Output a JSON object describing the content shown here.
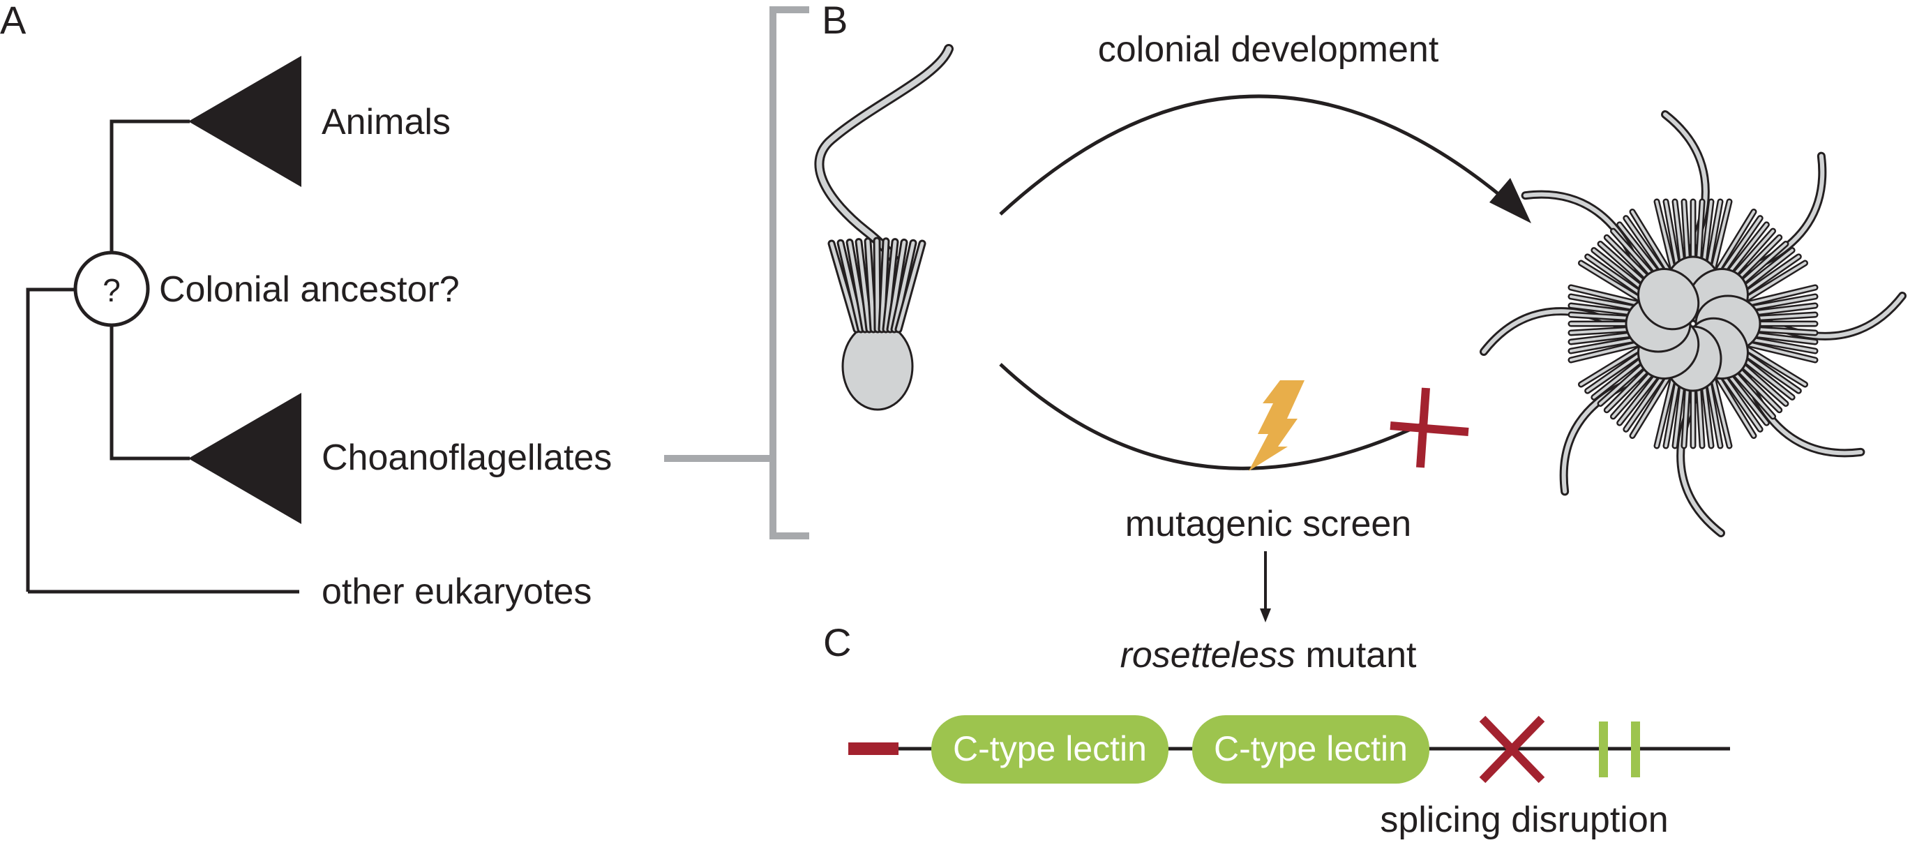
{
  "panels": {
    "a": {
      "label": "A",
      "tree": {
        "node_symbol": "?",
        "node_label": "Colonial ancestor?",
        "clades": [
          {
            "name": "Animals",
            "collapsed": true
          },
          {
            "name": "Choanoflagellates",
            "collapsed": true
          },
          {
            "name": "other eukaryotes",
            "collapsed": false
          }
        ]
      }
    },
    "b": {
      "label": "B",
      "upper_path_label": "colonial development",
      "lower_path_label": "mutagenic screen",
      "start_state": "single-cell-choanoflagellate",
      "end_state": "rosette-colony",
      "lower_path_blocked": true
    },
    "c": {
      "label": "C",
      "mutant_label_italic": "rosetteless",
      "mutant_label_rest": " mutant",
      "domains": [
        {
          "name": "C-type lectin"
        },
        {
          "name": "C-type lectin"
        }
      ],
      "annotation": "splicing disruption"
    }
  },
  "colors": {
    "ink": "#231f20",
    "bracket_gray": "#a7a9ac",
    "cell_fill": "#d1d3d4",
    "lectin_green": "#9dc44e",
    "mutation_red": "#a3222f",
    "mutagen_orange": "#e8ae4a"
  }
}
